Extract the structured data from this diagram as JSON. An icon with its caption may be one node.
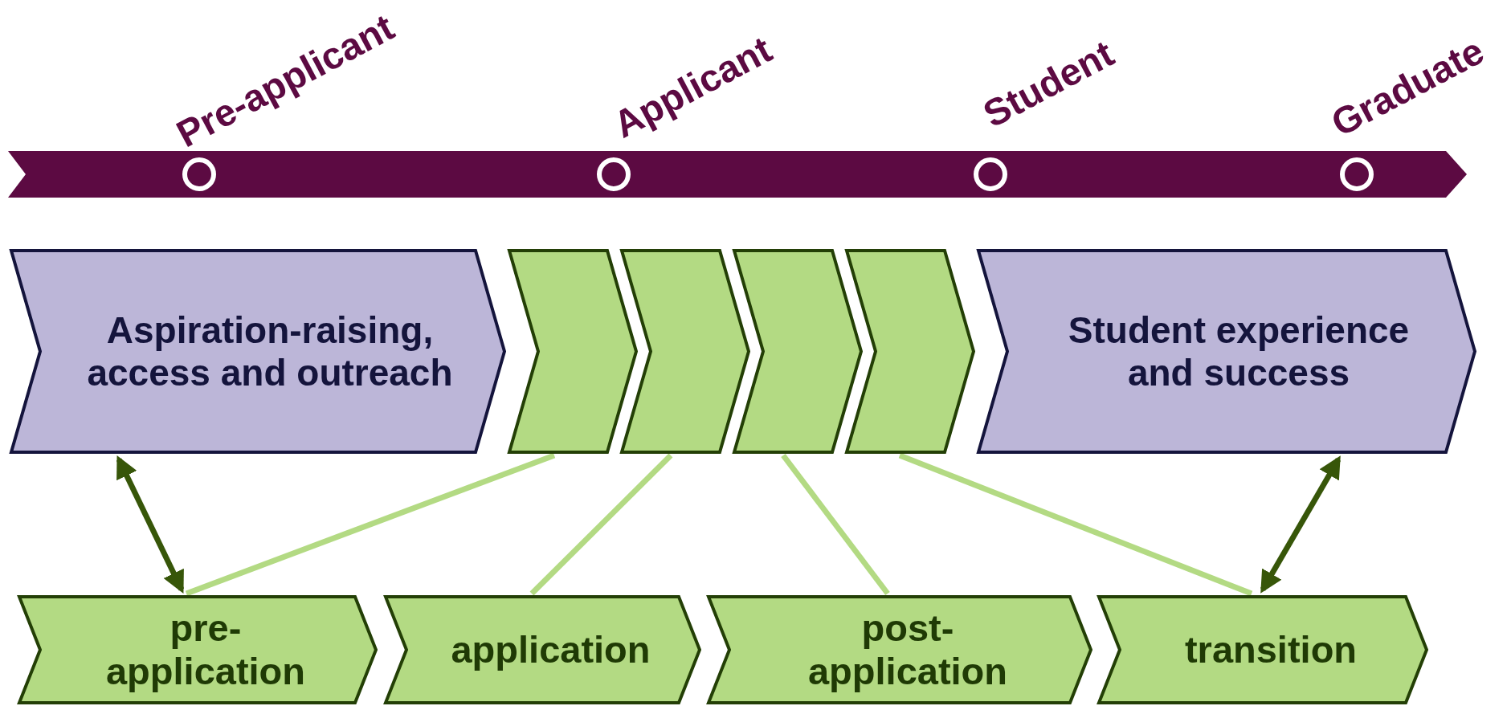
{
  "diagram": {
    "nodes": [
      {
        "text": [
          "Aspiration-raising, access and outreach"
        ]
      },
      {
        "text": [],
        "shape": "chevron"
      },
      {
        "text": [],
        "shape": "chevron"
      },
      {
        "text": [],
        "shape": "chevron"
      },
      {
        "text": [],
        "shape": "chevron"
      },
      {
        "text": [
          "Student experience and success"
        ]
      },
      {
        "text": [
          "pre-application"
        ]
      },
      {
        "text": [
          "application"
        ]
      },
      {
        "text": [
          "post-application"
        ]
      },
      {
        "text": [
          "transition"
        ]
      }
    ],
    "edges": [
      {
        "from": 0,
        "to": 6,
        "arrow": "both",
        "color": "#375609"
      },
      {
        "from": 5,
        "to": 9,
        "arrow": "both",
        "color": "#375609"
      },
      {
        "from": 1,
        "to": 6,
        "arrow": "none"
      },
      {
        "from": 2,
        "to": 7,
        "arrow": "none"
      },
      {
        "from": 3,
        "to": 8,
        "arrow": "none"
      },
      {
        "from": 4,
        "to": 9,
        "arrow": "none"
      }
    ],
    "labels": [
      "Pre-applicant",
      "Applicant",
      "Student",
      "Graduate"
    ]
  }
}
